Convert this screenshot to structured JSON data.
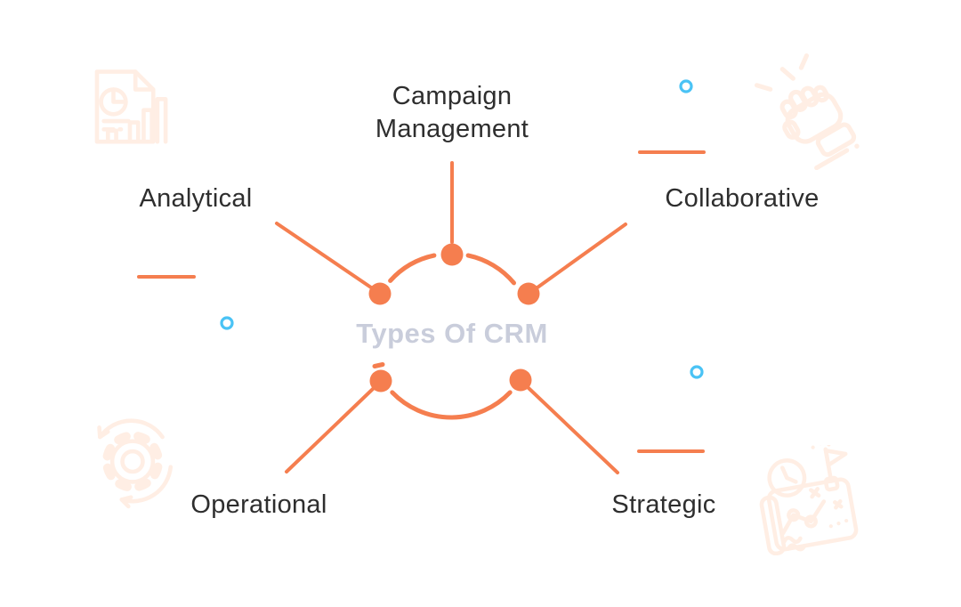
{
  "title": "Types Of CRM",
  "diagram": {
    "center_label": "Types Of CRM",
    "nodes": [
      {
        "id": "campaign-management",
        "label": "Campaign Management",
        "line1": "Campaign",
        "line2": "Management",
        "position": "top"
      },
      {
        "id": "analytical",
        "label": "Analytical",
        "position": "upper-left"
      },
      {
        "id": "collaborative",
        "label": "Collaborative",
        "position": "upper-right"
      },
      {
        "id": "operational",
        "label": "Operational",
        "position": "lower-left"
      },
      {
        "id": "strategic",
        "label": "Strategic",
        "position": "lower-right"
      }
    ]
  },
  "decorations": {
    "corner_icons": [
      {
        "name": "report-chart-icon",
        "position": "top-left"
      },
      {
        "name": "fist-bump-icon",
        "position": "top-right"
      },
      {
        "name": "gear-process-icon",
        "position": "bottom-left"
      },
      {
        "name": "strategy-map-icon",
        "position": "bottom-right"
      }
    ],
    "accent_rings_count": 3,
    "accent_dashes_count": 3
  },
  "colors": {
    "accent_orange": "#F57E4F",
    "faint_orange": "#FFEEE4",
    "light_blue": "#4AC3F5",
    "center_label_gray": "#C9CDDB",
    "label_dark": "#2E2E2E",
    "background": "#FFFFFF"
  }
}
